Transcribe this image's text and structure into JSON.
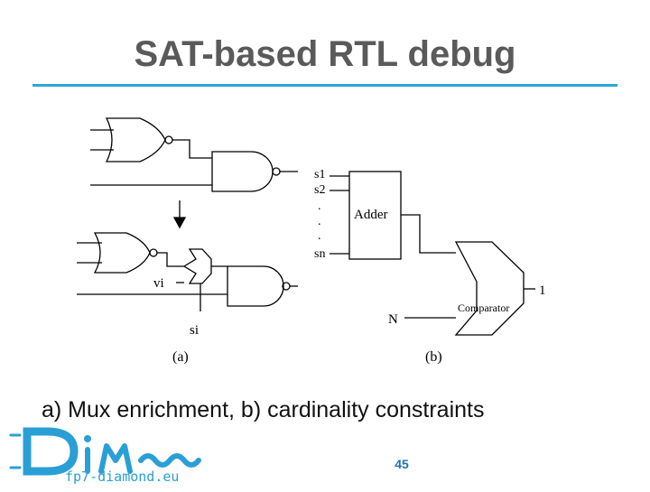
{
  "slide": {
    "title": "SAT-based RTL debug",
    "caption": "a) Mux enrichment, b) cardinality constraints",
    "page_number": "45"
  },
  "figure": {
    "labels": {
      "s1": "s1",
      "s2": "s2",
      "dot": ".",
      "sn": "sn",
      "adder": "Adder",
      "vi": "vi",
      "si": "si",
      "comparator": "Comparator",
      "one": "1",
      "n": "N",
      "a": "(a)",
      "b": "(b)"
    }
  },
  "logo": {
    "text": "fp7-diamond.eu",
    "color": "#2a9fd6"
  },
  "colors": {
    "title": "#5a5a5a",
    "rule": "#29a9d6",
    "page_number": "#1f73b8"
  }
}
